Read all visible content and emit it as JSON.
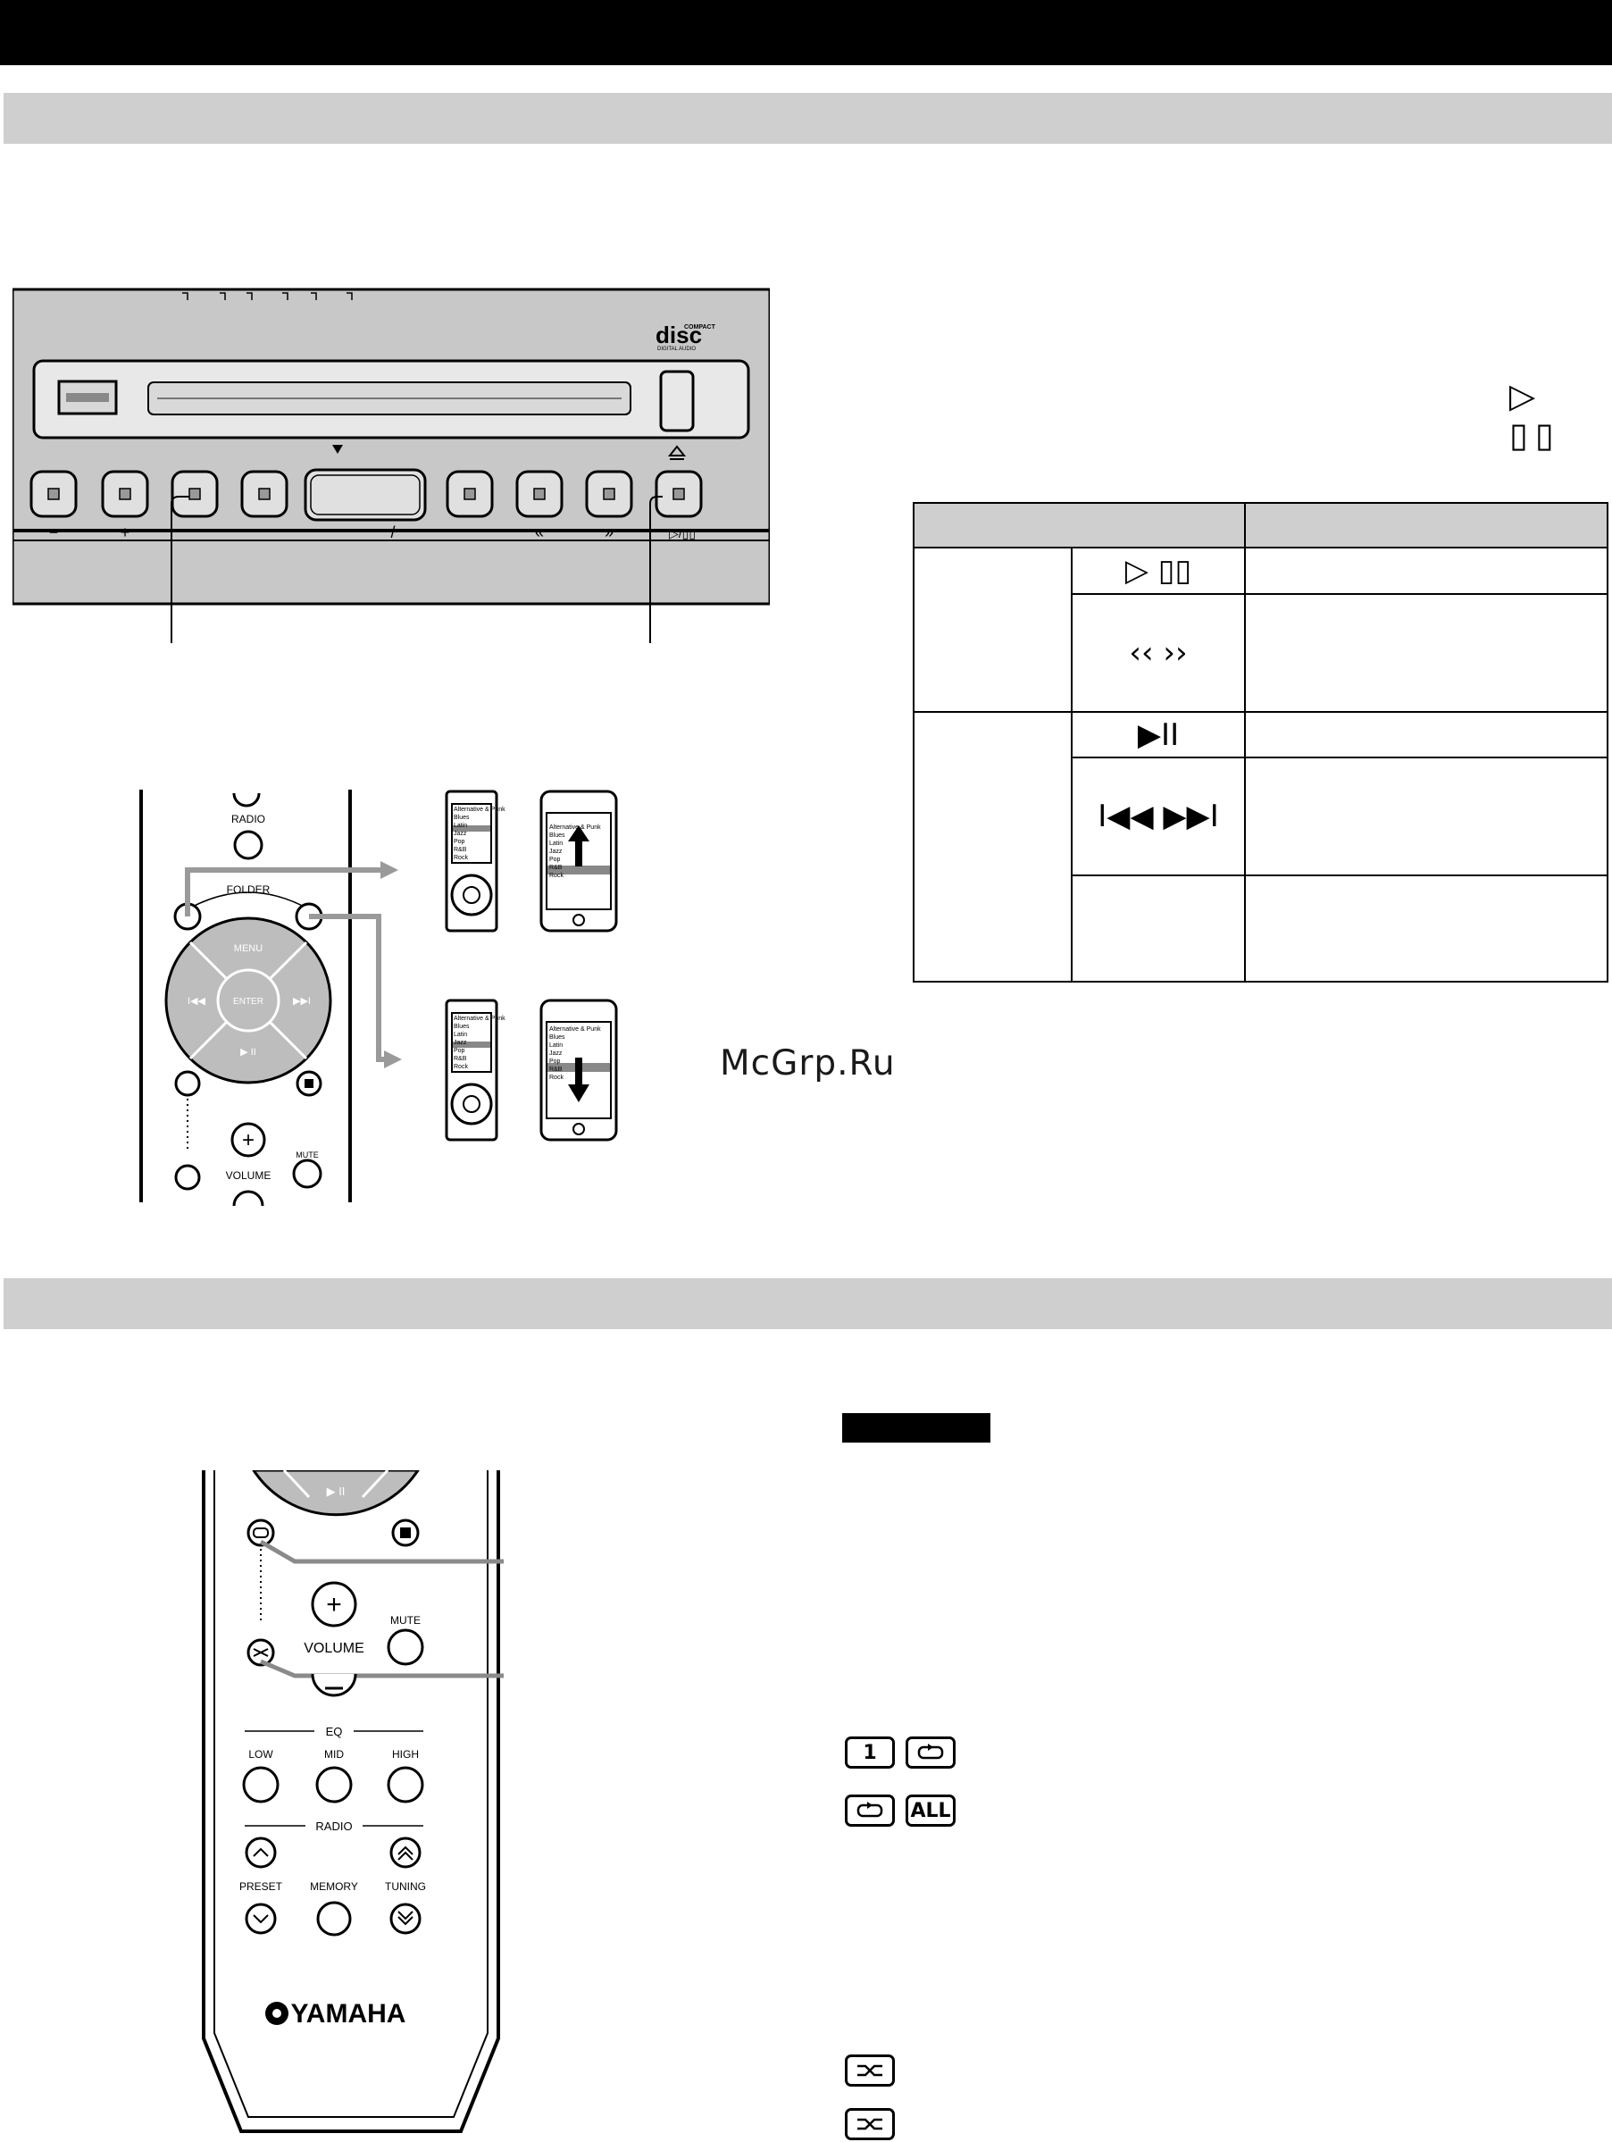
{
  "watermark": "McGrp.Ru",
  "front_panel": {
    "minus_label": "−",
    "plus_label": "+",
    "slash_label": "/",
    "prev_label": "«",
    "next_label": "»",
    "play_pause_label": "▷/▯▯"
  },
  "remote_top": {
    "radio_label": "RADIO",
    "folder_label": "FOLDER",
    "menu_label": "MENU",
    "enter_label": "ENTER",
    "prev_label": "I◀◀",
    "next_label": "▶▶I",
    "play_label": "▶ II",
    "volume_label": "VOLUME",
    "mute_label": "MUTE"
  },
  "ipod_list": [
    "Alternative & Punk",
    "Blues",
    "Latin",
    "Jazz",
    "Pop",
    "R&B",
    "Rock"
  ],
  "table": {
    "rows": [
      {
        "symbol": "▷ ▯▯"
      },
      {
        "symbol": "‹‹ ››"
      },
      {
        "symbol": "▶II"
      },
      {
        "symbol": "I◀◀ ▶▶I"
      }
    ]
  },
  "top_right_symbol": "▷ ▯▯",
  "remote_bottom": {
    "play_label": "▶ II",
    "volume_label": "VOLUME",
    "mute_label": "MUTE",
    "eq_label": "EQ",
    "low_label": "LOW",
    "mid_label": "MID",
    "high_label": "HIGH",
    "radio_label": "RADIO",
    "preset_label": "PRESET",
    "memory_label": "MEMORY",
    "tuning_label": "TUNING",
    "brand": "YAMAHA"
  },
  "repeat_keys": {
    "one_label": "1",
    "all_label": "ALL"
  },
  "colors": {
    "bar": "#000000",
    "section": "#cfcfcf",
    "device": "#c8c8c8"
  }
}
